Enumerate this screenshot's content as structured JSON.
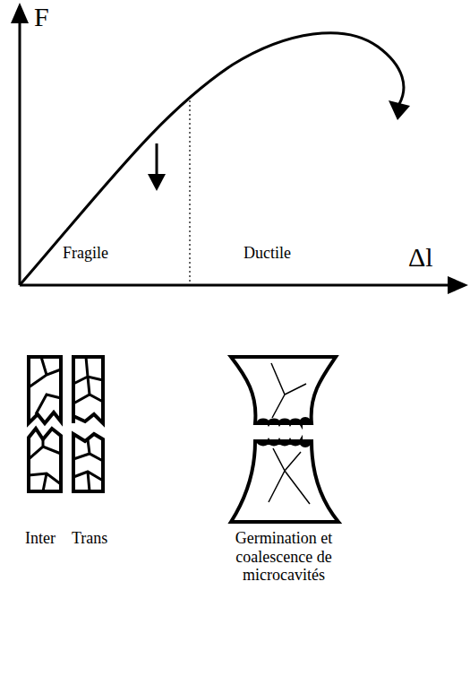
{
  "diagram": {
    "labels": [
      "F",
      "Δl",
      "Fragile",
      "Ductile",
      "Inter",
      "Trans",
      "Germination et coalescence de microcavités"
    ]
  }
}
